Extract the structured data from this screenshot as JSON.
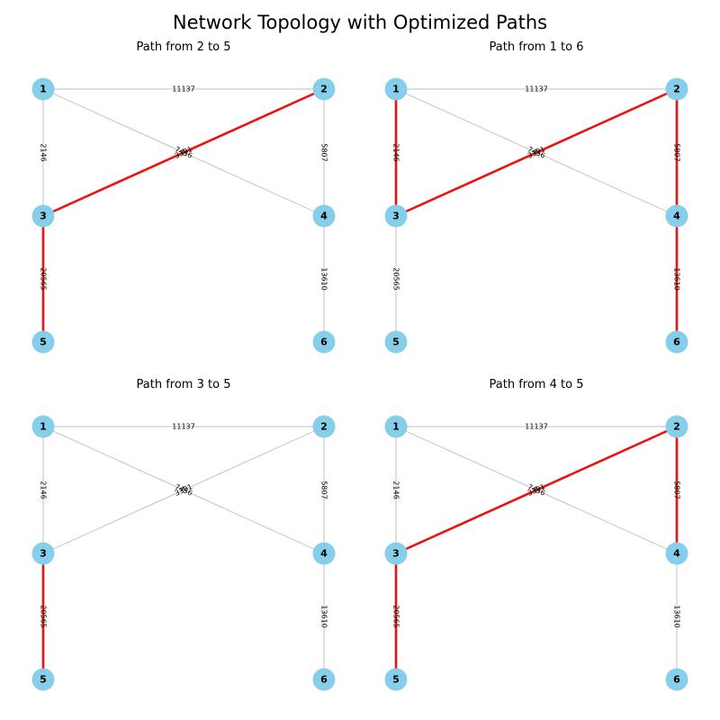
{
  "figure": {
    "title": "Network Topology with Optimized Paths"
  },
  "graph": {
    "nodes": [
      "1",
      "2",
      "3",
      "4",
      "5",
      "6"
    ],
    "edges": [
      {
        "source": "1",
        "target": "2",
        "weight": "11137"
      },
      {
        "source": "1",
        "target": "3",
        "weight": "2146"
      },
      {
        "source": "1",
        "target": "4",
        "weight": "7456"
      },
      {
        "source": "2",
        "target": "3",
        "weight": "3301"
      },
      {
        "source": "2",
        "target": "4",
        "weight": "5807"
      },
      {
        "source": "3",
        "target": "5",
        "weight": "20565"
      },
      {
        "source": "4",
        "target": "6",
        "weight": "13610"
      }
    ]
  },
  "panels": [
    {
      "title": "Path from 2 to 5",
      "path": [
        "2",
        "3",
        "5"
      ]
    },
    {
      "title": "Path from 1 to 6",
      "path": [
        "1",
        "3",
        "2",
        "4",
        "6"
      ]
    },
    {
      "title": "Path from 3 to 5",
      "path": [
        "3",
        "5"
      ]
    },
    {
      "title": "Path from 4 to 5",
      "path": [
        "4",
        "2",
        "3",
        "5"
      ]
    }
  ],
  "colors": {
    "node": "#87ceeb",
    "edge": "#cccccc",
    "path": "#ee1111"
  }
}
